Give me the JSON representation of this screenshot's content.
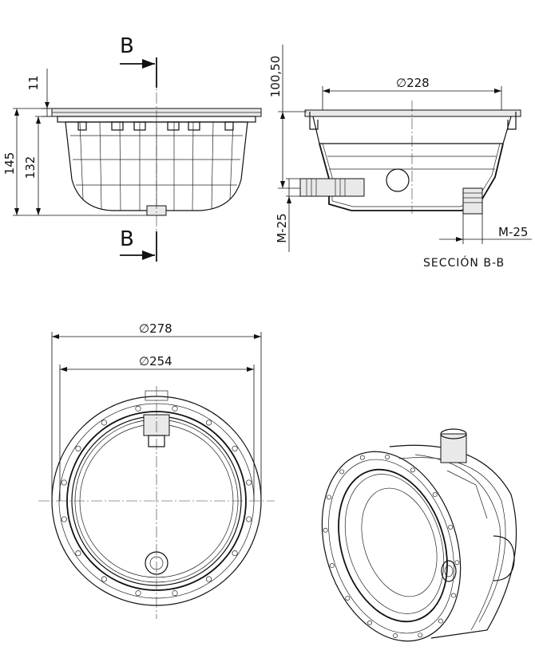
{
  "front_view": {
    "section_mark_top": "B",
    "section_mark_bottom": "B",
    "dim_flange": "11",
    "dim_total_height": "145",
    "dim_body_height": "132"
  },
  "section_view": {
    "dim_diameter": "∅228",
    "dim_axis_height": "100,50",
    "dim_thread_left": "M-25",
    "dim_thread_right": "M-25",
    "caption": "SECCIÓN B-B"
  },
  "top_view": {
    "dim_outer_diameter": "∅278",
    "dim_inner_diameter": "∅254"
  }
}
